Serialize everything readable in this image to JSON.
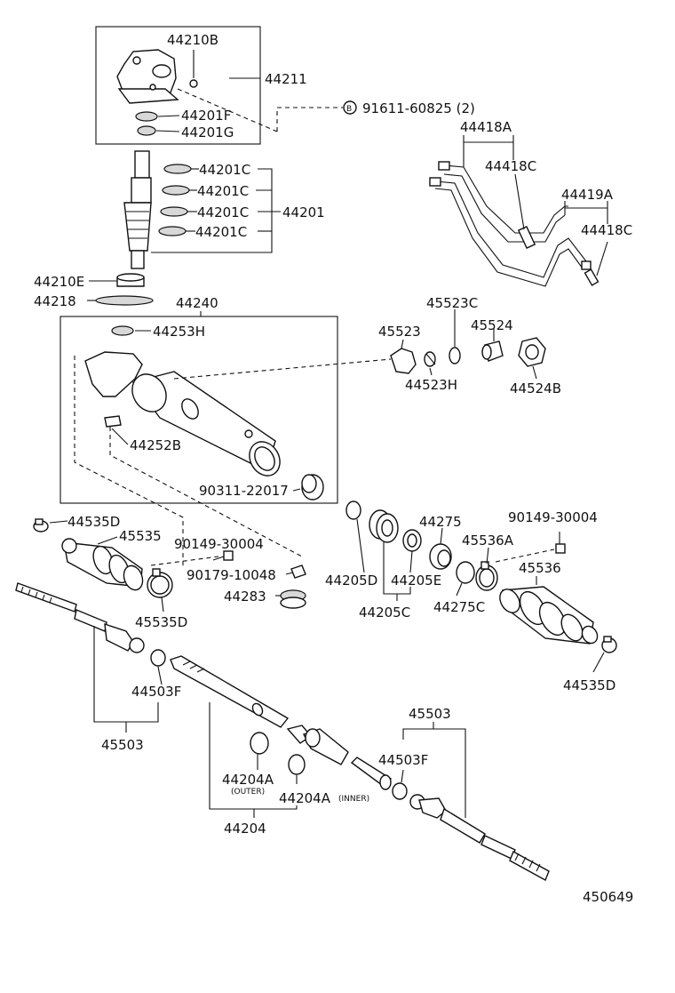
{
  "callouts": {
    "p44210B": "44210B",
    "p44211": "44211",
    "p44201F": "44201F",
    "p44201G": "44201G",
    "p91611": "91611-60825 (2)",
    "bolt_symbol": "B",
    "p44418A": "44418A",
    "p44418C_a": "44418C",
    "p44419A": "44419A",
    "p44418C_b": "44418C",
    "p44201C_1": "44201C",
    "p44201C_2": "44201C",
    "p44201C_3": "44201C",
    "p44201C_4": "44201C",
    "p44201": "44201",
    "p44210E": "44210E",
    "p44218": "44218",
    "p44240": "44240",
    "p44253H": "44253H",
    "p45523C": "45523C",
    "p45523": "45523",
    "p45524": "45524",
    "p44523H": "44523H",
    "p44524B": "44524B",
    "p44252B": "44252B",
    "p90311": "90311-22017",
    "p44535D_a": "44535D",
    "p45535": "45535",
    "p90149_a": "90149-30004",
    "p90179": "90179-10048",
    "p44283": "44283",
    "p45535D": "45535D",
    "p44275": "44275",
    "p90149_b": "90149-30004",
    "p45536A": "45536A",
    "p45536": "45536",
    "p44205D": "44205D",
    "p44205E": "44205E",
    "p44205C": "44205C",
    "p44275C": "44275C",
    "p44535D_b": "44535D",
    "p44503F_a": "44503F",
    "p45503_a": "45503",
    "p45503_b": "45503",
    "p44503F_b": "44503F",
    "p44204A_outer": "44204A",
    "outer_note": "(OUTER)",
    "p44204A_inner": "44204A",
    "inner_note": "(INNER)",
    "p44204": "44204",
    "diagram_id": "450649"
  }
}
